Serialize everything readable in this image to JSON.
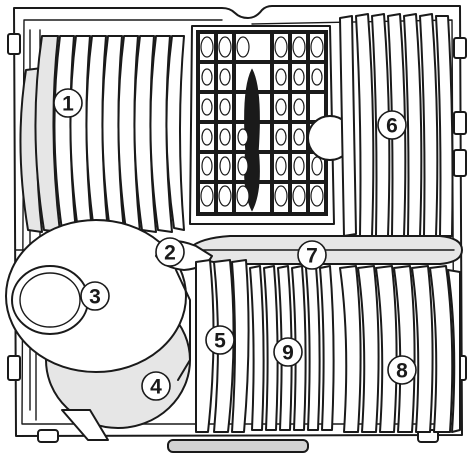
{
  "diagram": {
    "callouts": [
      {
        "label": "1"
      },
      {
        "label": "2"
      },
      {
        "label": "3"
      },
      {
        "label": "4"
      },
      {
        "label": "5"
      },
      {
        "label": "6"
      },
      {
        "label": "7"
      },
      {
        "label": "8"
      },
      {
        "label": "9"
      }
    ],
    "colors": {
      "line": "#1a1a1a",
      "dish_fill": "#e6e6e6",
      "background": "#ffffff"
    }
  }
}
